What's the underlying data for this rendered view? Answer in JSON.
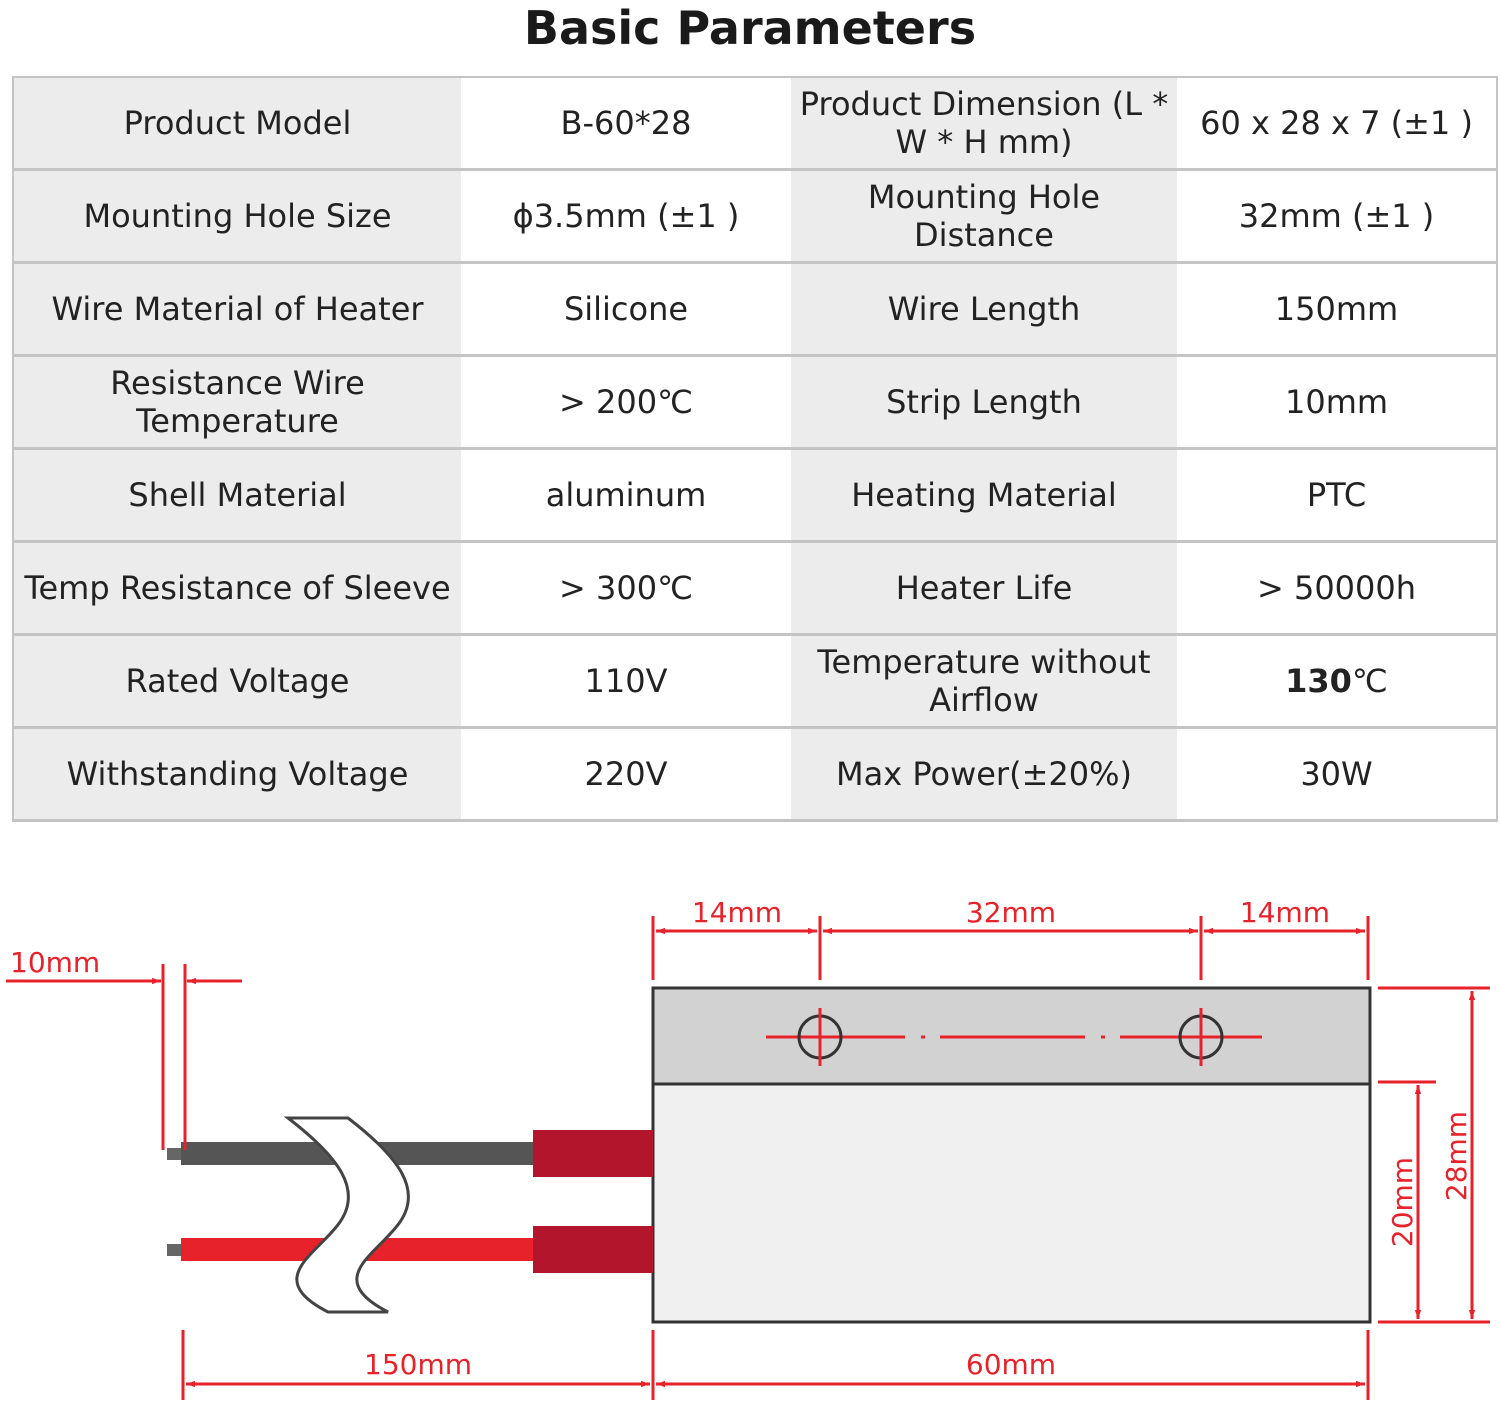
{
  "title": "Basic Parameters",
  "parameters": [
    [
      {
        "label": "Product Model",
        "value": "B-60*28"
      },
      {
        "label": "Product Dimension (L * W * H mm)",
        "value": "60 x 28 x 7 (±1 )"
      }
    ],
    [
      {
        "label": "Mounting Hole Size",
        "value": "ϕ3.5mm (±1 )"
      },
      {
        "label": "Mounting Hole Distance",
        "value": "32mm (±1 )"
      }
    ],
    [
      {
        "label": "Wire Material of Heater",
        "value": "Silicone"
      },
      {
        "label": "Wire Length",
        "value": "150mm"
      }
    ],
    [
      {
        "label": "Resistance Wire Temperature",
        "value": "> 200℃"
      },
      {
        "label": "Strip Length",
        "value": "10mm"
      }
    ],
    [
      {
        "label": "Shell Material",
        "value": "aluminum"
      },
      {
        "label": "Heating Material",
        "value": "PTC"
      }
    ],
    [
      {
        "label": "Temp Resistance of Sleeve",
        "value": "> 300℃"
      },
      {
        "label": "Heater Life",
        "value": "> 50000h"
      }
    ],
    [
      {
        "label": "Rated  Voltage",
        "value": "110V"
      },
      {
        "label": "Temperature without Airflow",
        "value_num": "130",
        "value_unit": "℃"
      }
    ],
    [
      {
        "label": "Withstanding Voltage",
        "value": "220V"
      },
      {
        "label": "Max Power(±20%)",
        "value": "30W"
      }
    ]
  ],
  "diagram": {
    "dim_strip": "10mm",
    "dim_edge_left": "14mm",
    "dim_hole_distance": "32mm",
    "dim_edge_right": "14mm",
    "dim_wire_length": "150mm",
    "dim_length": "60mm",
    "dim_body_height": "20mm",
    "dim_total_height": "28mm",
    "colors": {
      "dimension": "#e8222a",
      "wire_black": "#555555",
      "wire_red": "#e8222a",
      "sleeve": "#b3162c",
      "shell_top": "#d2d2d2",
      "shell_body": "#f0f0f0"
    }
  }
}
